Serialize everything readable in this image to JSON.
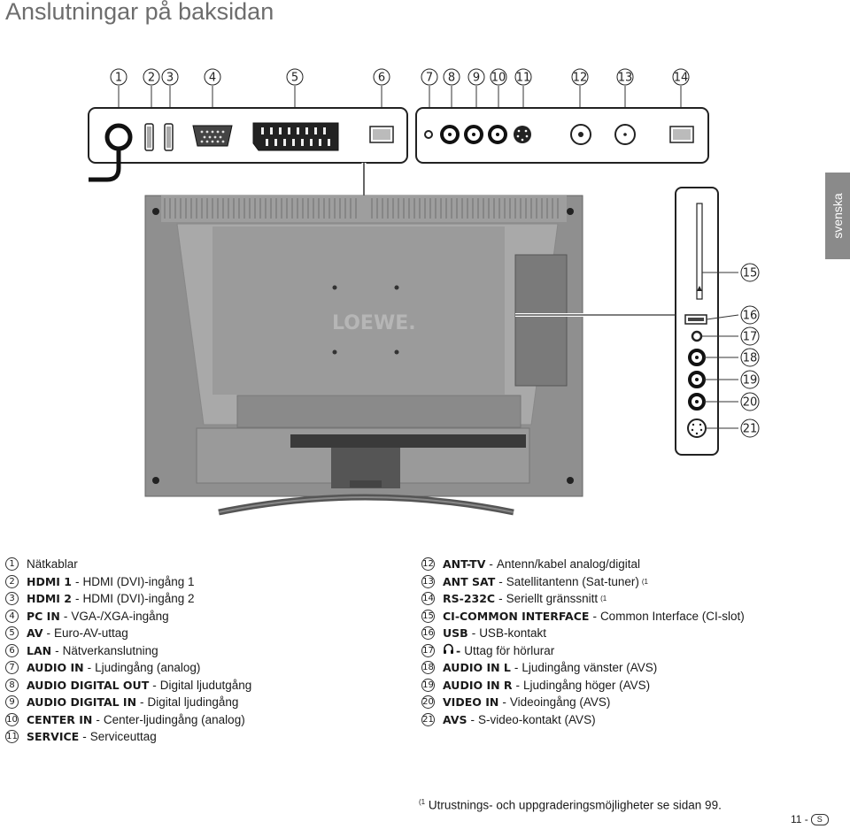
{
  "page": {
    "title": "Anslutningar på baksidan",
    "language_tab": "svenska",
    "brand_logo": "LOEWE.",
    "footnote": "Utrustnings- och uppgraderingsmöjligheter se sidan 99.",
    "footnote_mark": "(1",
    "page_number": "11 -",
    "page_badge": "S"
  },
  "callouts_top": [
    "1",
    "2",
    "3",
    "4",
    "5",
    "6",
    "7",
    "8",
    "9",
    "10",
    "11",
    "12",
    "13",
    "14"
  ],
  "callouts_side": [
    "15",
    "16",
    "17",
    "18",
    "19",
    "20",
    "21"
  ],
  "legend_left": [
    {
      "n": "1",
      "name": "",
      "desc": "Nätkablar"
    },
    {
      "n": "2",
      "name": "HDMI 1",
      "desc": "HDMI (DVI)-ingång 1"
    },
    {
      "n": "3",
      "name": "HDMI 2",
      "desc": "HDMI (DVI)-ingång 2"
    },
    {
      "n": "4",
      "name": "PC IN",
      "desc": "VGA-/XGA-ingång"
    },
    {
      "n": "5",
      "name": "AV",
      "desc": "Euro-AV-uttag"
    },
    {
      "n": "6",
      "name": "LAN",
      "desc": "Nätverkanslutning"
    },
    {
      "n": "7",
      "name": "AUDIO IN",
      "desc": "Ljudingång (analog)"
    },
    {
      "n": "8",
      "name": "AUDIO DIGITAL OUT",
      "desc": "Digital ljudutgång"
    },
    {
      "n": "9",
      "name": "AUDIO DIGITAL IN",
      "desc": "Digital ljudingång"
    },
    {
      "n": "10",
      "name": "CENTER IN",
      "desc": "Center-ljudingång (analog)"
    },
    {
      "n": "11",
      "name": "SERVICE",
      "desc": "Serviceuttag"
    }
  ],
  "legend_right": [
    {
      "n": "12",
      "name": "ANT-TV",
      "desc": "Antenn/kabel analog/digital",
      "note": ""
    },
    {
      "n": "13",
      "name": "ANT SAT",
      "desc": "Satellitantenn (Sat-tuner)",
      "note": "(1"
    },
    {
      "n": "14",
      "name": "RS-232C",
      "desc": "Seriellt gränssnitt",
      "note": "(1"
    },
    {
      "n": "15",
      "name": "CI-COMMON INTERFACE",
      "desc": "Common Interface (CI-slot)",
      "note": ""
    },
    {
      "n": "16",
      "name": "USB",
      "desc": "USB-kontakt",
      "note": ""
    },
    {
      "n": "17",
      "name": "",
      "desc": "Uttag för hörlurar",
      "note": "",
      "icon": "headphone-icon"
    },
    {
      "n": "18",
      "name": "AUDIO IN L",
      "desc": "Ljudingång vänster (AVS)",
      "note": ""
    },
    {
      "n": "19",
      "name": "AUDIO IN R",
      "desc": "Ljudingång höger (AVS)",
      "note": ""
    },
    {
      "n": "20",
      "name": "VIDEO IN",
      "desc": "Videoingång (AVS)",
      "note": ""
    },
    {
      "n": "21",
      "name": "AVS",
      "desc": "S-video-kontakt (AVS)",
      "note": ""
    }
  ],
  "colors": {
    "title": "#6d6d6d",
    "tab": "#8a8a8a",
    "tv_body": "#8f8f8f",
    "tv_panel": "#a9a9a9",
    "tv_dark": "#3a3a3a"
  }
}
